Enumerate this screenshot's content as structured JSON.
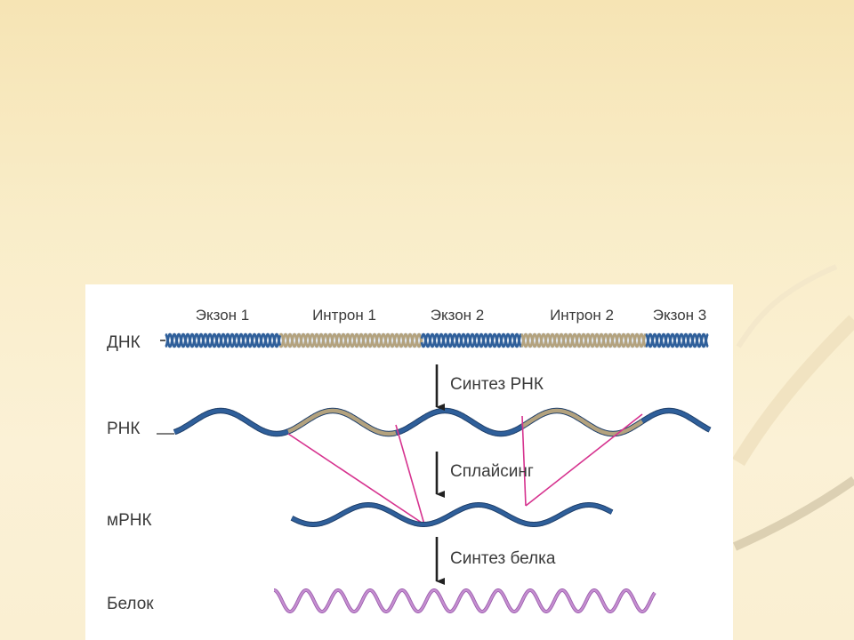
{
  "diagram": {
    "column_labels": [
      "Экзон 1",
      "Интрон 1",
      "Экзон 2",
      "Интрон 2",
      "Экзон 3"
    ],
    "rows": {
      "dna": "ДНК",
      "rna": "РНК",
      "mrna": "мРНК",
      "protein": "Белок"
    },
    "steps": {
      "transcription": "Синтез РНК",
      "splicing": "Сплайсинг",
      "translation": "Синтез белка"
    }
  },
  "colors": {
    "exon": "#2f5f9a",
    "intron": "#b3a27e",
    "splice_line": "#d6338f",
    "protein": "#c68fd1"
  }
}
